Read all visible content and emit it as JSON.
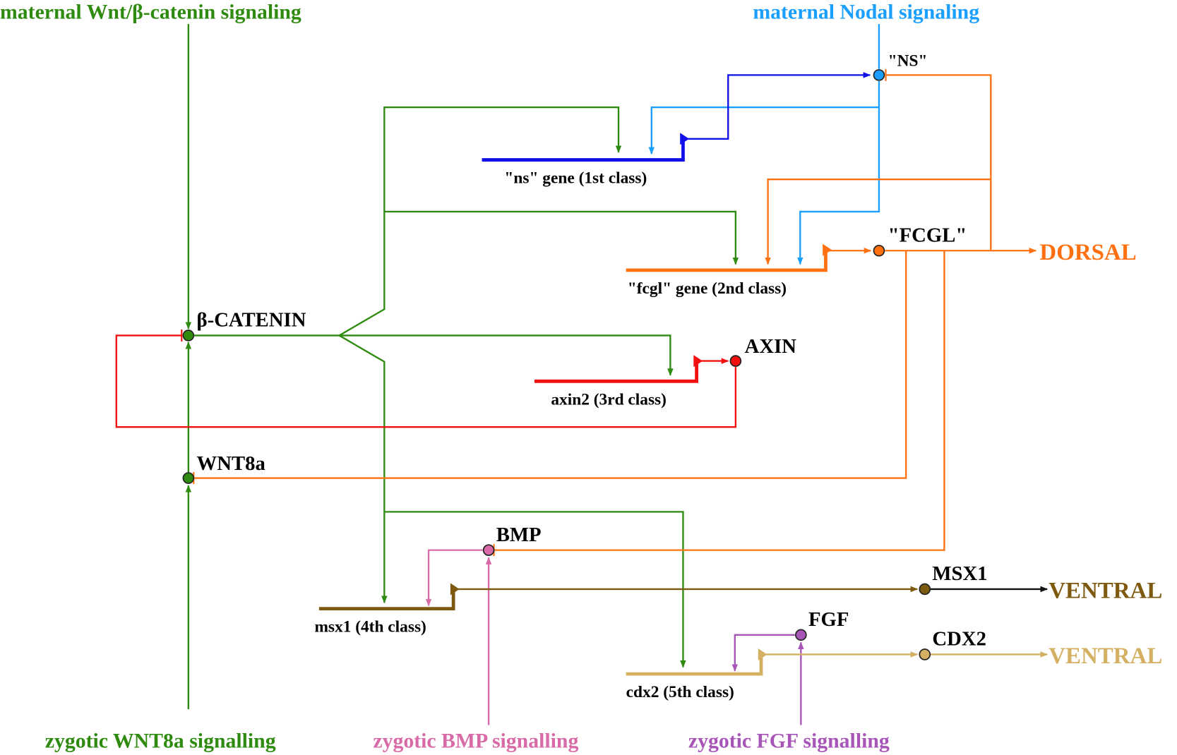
{
  "diagram": {
    "type": "gene regulatory network",
    "colors": {
      "wnt": "#2e8b10",
      "nodal": "#1a9fff",
      "ns_gene": "#1010e8",
      "fcgl": "#ff7010",
      "axin": "#f21010",
      "msx1": "#7d5a10",
      "cdx2": "#d4b062",
      "bmp": "#d86aa8",
      "fgf": "#a855b8",
      "black": "#111111"
    },
    "inputs": {
      "maternal_wnt": "maternal Wnt/β-catenin signaling",
      "maternal_nodal": "maternal Nodal signaling",
      "zygotic_wnt8a": "zygotic WNT8a signalling",
      "zygotic_bmp": "zygotic BMP signalling",
      "zygotic_fgf": "zygotic FGF signalling"
    },
    "nodes": {
      "beta_catenin": "β-CATENIN",
      "wnt8a": "WNT8a",
      "ns": "\"NS\"",
      "fcgl": "\"FCGL\"",
      "axin": "AXIN",
      "bmp": "BMP",
      "msx1": "MSX1",
      "fgf": "FGF",
      "cdx2": "CDX2"
    },
    "genes": {
      "ns": "\"ns\" gene (1st class)",
      "fcgl": "\"fcgl\" gene (2nd class)",
      "axin2": "axin2 (3rd class)",
      "msx1": "msx1 (4th class)",
      "cdx2": "cdx2 (5th class)"
    },
    "outputs": {
      "dorsal": "DORSAL",
      "ventral_msx1": "VENTRAL",
      "ventral_cdx2": "VENTRAL"
    },
    "edges": [
      {
        "from": "maternal Wnt/β-catenin signaling",
        "to": "β-CATENIN",
        "type": "activation"
      },
      {
        "from": "WNT8a",
        "to": "β-CATENIN",
        "type": "activation"
      },
      {
        "from": "zygotic WNT8a signalling",
        "to": "WNT8a",
        "type": "activation"
      },
      {
        "from": "AXIN",
        "to": "β-CATENIN",
        "type": "inhibition"
      },
      {
        "from": "β-CATENIN",
        "to": "ns gene",
        "type": "activation"
      },
      {
        "from": "β-CATENIN",
        "to": "fcgl gene",
        "type": "activation"
      },
      {
        "from": "β-CATENIN",
        "to": "axin2",
        "type": "activation"
      },
      {
        "from": "β-CATENIN",
        "to": "msx1",
        "type": "activation"
      },
      {
        "from": "β-CATENIN",
        "to": "cdx2",
        "type": "activation"
      },
      {
        "from": "maternal Nodal signaling",
        "to": "ns gene",
        "type": "activation"
      },
      {
        "from": "maternal Nodal signaling",
        "to": "fcgl gene",
        "type": "activation"
      },
      {
        "from": "ns gene",
        "to": "NS",
        "type": "expression"
      },
      {
        "from": "fcgl gene",
        "to": "FCGL",
        "type": "expression"
      },
      {
        "from": "FCGL",
        "to": "NS",
        "type": "inhibition"
      },
      {
        "from": "FCGL",
        "to": "fcgl gene",
        "type": "activation"
      },
      {
        "from": "FCGL",
        "to": "DORSAL",
        "type": "activation"
      },
      {
        "from": "FCGL",
        "to": "WNT8a",
        "type": "inhibition"
      },
      {
        "from": "FCGL",
        "to": "BMP",
        "type": "inhibition"
      },
      {
        "from": "axin2",
        "to": "AXIN",
        "type": "expression"
      },
      {
        "from": "zygotic BMP signalling",
        "to": "BMP",
        "type": "activation"
      },
      {
        "from": "BMP",
        "to": "msx1",
        "type": "activation"
      },
      {
        "from": "msx1",
        "to": "MSX1",
        "type": "expression"
      },
      {
        "from": "MSX1",
        "to": "VENTRAL",
        "type": "activation"
      },
      {
        "from": "zygotic FGF signalling",
        "to": "FGF",
        "type": "activation"
      },
      {
        "from": "FGF",
        "to": "cdx2",
        "type": "activation"
      },
      {
        "from": "cdx2",
        "to": "CDX2",
        "type": "expression"
      },
      {
        "from": "CDX2",
        "to": "VENTRAL",
        "type": "activation"
      }
    ]
  }
}
